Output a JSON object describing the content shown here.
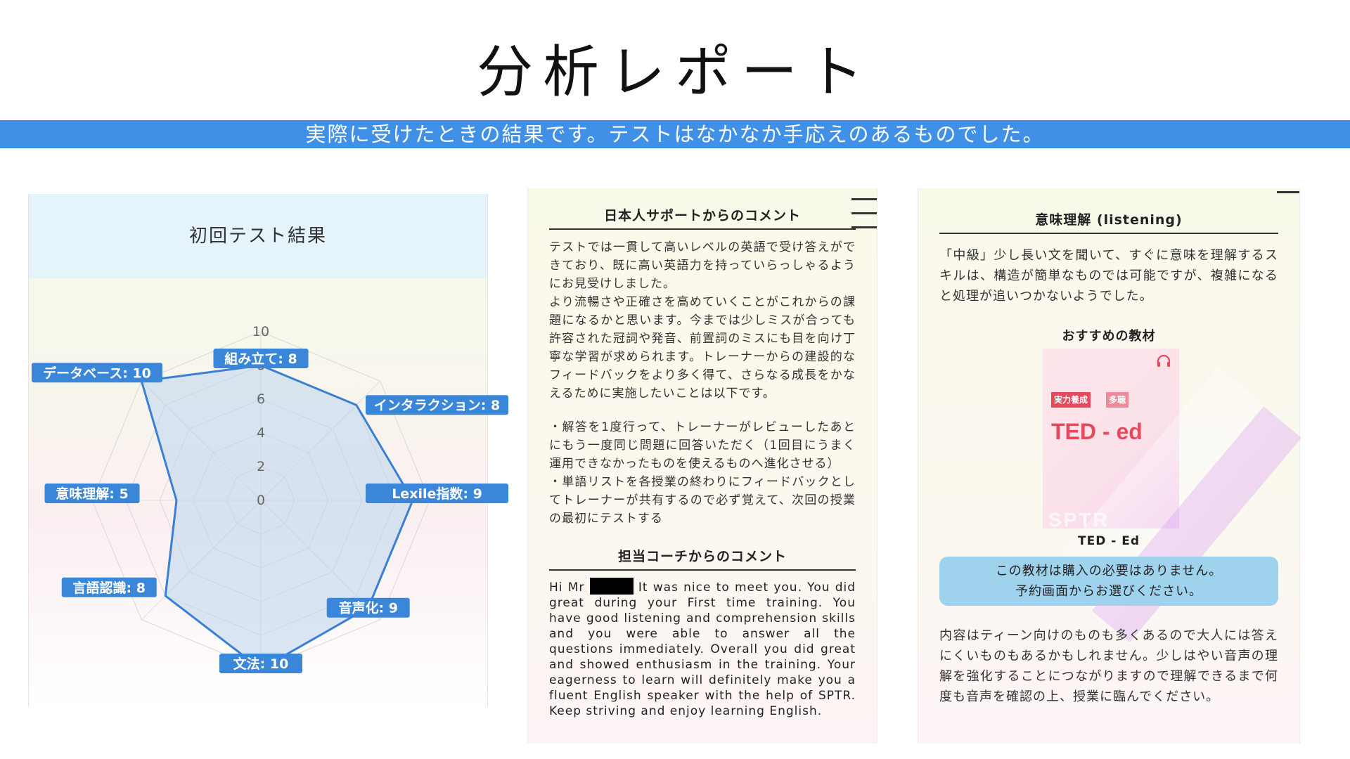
{
  "page": {
    "title": "分析レポート",
    "banner": "実際に受けたときの結果です。テストはなかなか手応えのあるものでした。"
  },
  "chart_panel": {
    "header": "初回テスト結果"
  },
  "chart_data": {
    "type": "radar",
    "title": "初回テスト結果",
    "rmax": 10,
    "tick_labels": [
      "0",
      "2",
      "4",
      "6",
      "8",
      "10"
    ],
    "axes": [
      {
        "name": "組み立て",
        "value": 8,
        "label": "組み立て: 8"
      },
      {
        "name": "インタラクション",
        "value": 8,
        "label": "インタラクション: 8"
      },
      {
        "name": "Lexile指数",
        "value": 9,
        "label": "Lexile指数: 9"
      },
      {
        "name": "音声化",
        "value": 9,
        "label": "音声化: 9"
      },
      {
        "name": "文法",
        "value": 10,
        "label": "文法: 10"
      },
      {
        "name": "言語認識",
        "value": 8,
        "label": "言語認識: 8"
      },
      {
        "name": "意味理解",
        "value": 5,
        "label": "意味理解: 5"
      },
      {
        "name": "データベース",
        "value": 10,
        "label": "データベース: 10"
      }
    ],
    "colors": {
      "fill": "#bcd6ee",
      "line": "#3a7fd6",
      "label_bg": "#3a86d9"
    }
  },
  "japanese_support": {
    "heading": "日本人サポートからのコメント",
    "paragraphs": [
      "テストでは一貫して高いレベルの英語で受け答えができており、既に高い英語力を持っていらっしゃるようにお見受けしました。",
      "より流暢さや正確さを高めていくことがこれからの課題になるかと思います。今までは少しミスが合っても許容された冠詞や発音、前置詞のミスにも目を向け丁寧な学習が求められます。トレーナーからの建設的なフィードバックをより多く得て、さらなる成長をかなえるために実施したいことは以下です。",
      "・解答を1度行って、トレーナーがレビューしたあとにもう一度同じ問題に回答いただく（1回目にうまく運用できなかったものを使えるものへ進化させる）",
      "・単語リストを各授業の終わりにフィードバックとしてトレーナーが共有するので必ず覚えて、次回の授業の最初にテストする"
    ]
  },
  "coach": {
    "heading": "担当コーチからのコメント",
    "greeting": "Hi Mr",
    "message": "It was nice to meet you. You did great during your First time training. You have good listening and comprehension skills and you were able to answer all the questions immediately. Overall you did great and showed enthusiasm in the training. Your eagerness to learn will definitely make you a fluent English speaker with the help of SPTR. Keep striving and enjoy learning English."
  },
  "listening": {
    "heading": "意味理解 (listening)",
    "description": "「中級」少し長い文を聞いて、すぐに意味を理解するスキルは、構造が簡単なものでは可能ですが、複雑になると処理が追いつかないようでした。",
    "reco_title": "おすすめの教材",
    "material": {
      "tag_primary": "実力養成",
      "tag_secondary": "多聴",
      "cover_title": "TED - ed",
      "brand": "SPTR",
      "name": "TED - Ed",
      "icon": "headphones-icon"
    },
    "note_line1": "この教材は購入の必要はありません。",
    "note_line2": "予約画面からお選びください。",
    "closing": "内容はティーン向けのものも多くあるので大人には答えにくいものもあるかもしれません。少しはやい音声の理解を強化することにつながりますので理解できるまで何度も音声を確認の上、授業に臨んでください。"
  }
}
